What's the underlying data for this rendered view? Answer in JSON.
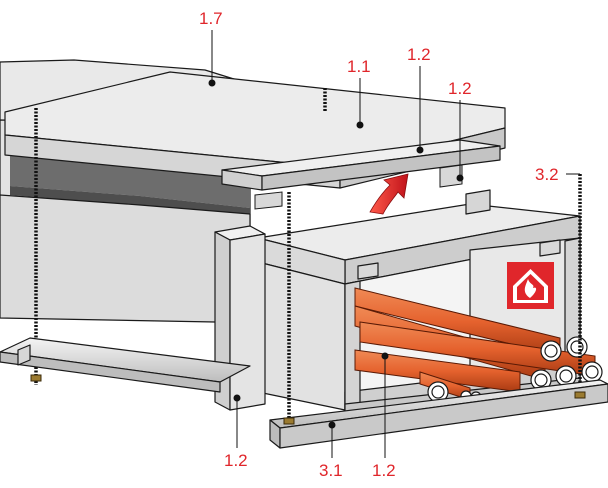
{
  "diagram": {
    "callouts": [
      {
        "id": "c17",
        "text": "1.7"
      },
      {
        "id": "c11",
        "text": "1.1"
      },
      {
        "id": "c12a",
        "text": "1.2"
      },
      {
        "id": "c12b",
        "text": "1.2"
      },
      {
        "id": "c32",
        "text": "3.2"
      },
      {
        "id": "c12c",
        "text": "1.2"
      },
      {
        "id": "c31",
        "text": "3.1"
      },
      {
        "id": "c12d",
        "text": "1.2"
      }
    ],
    "colors": {
      "board": "#e6e6e6",
      "board_dark": "#cfcfcf",
      "board_shadow": "#9a9a9a",
      "outline": "#1a1a1a",
      "pipe": "#e5622e",
      "pipe_dark": "#b8441a",
      "callout": "#e0262b",
      "fire_sign": "#e0262b",
      "arrow": "#e0262b"
    },
    "icons": [
      "fire-hazard-sign-icon",
      "upward-arrow-icon",
      "threaded-rod-icon",
      "c-channel-icon",
      "cable-bundle-icon"
    ]
  }
}
